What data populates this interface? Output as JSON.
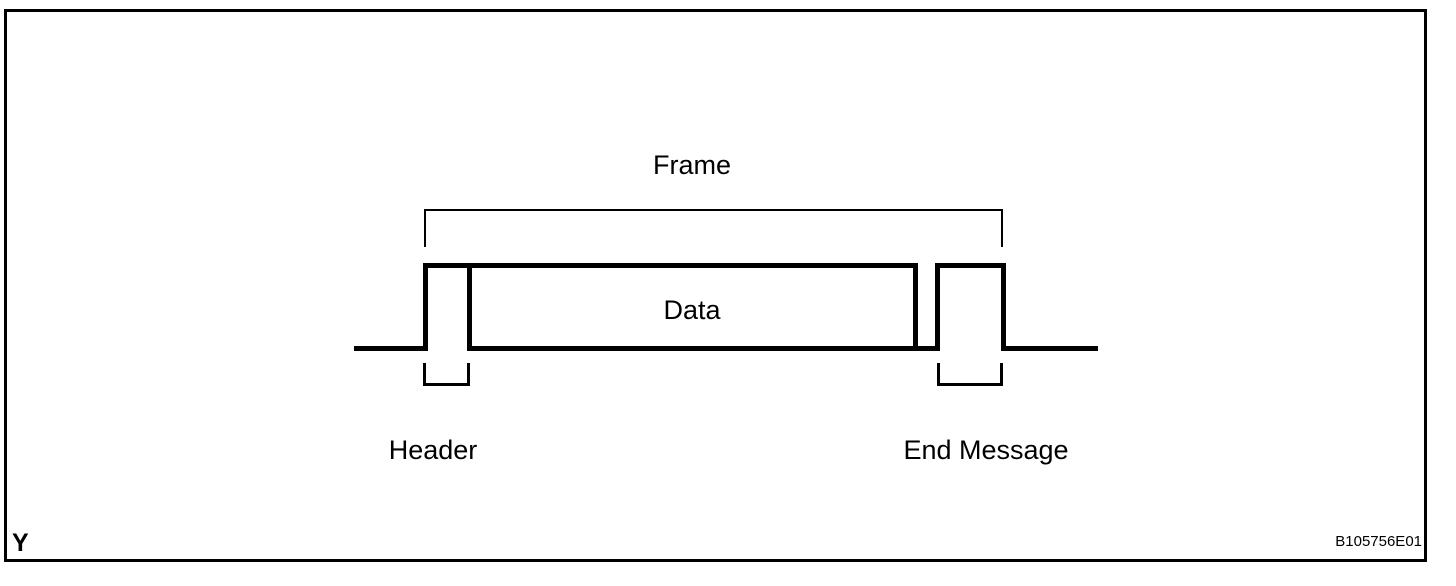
{
  "figure": {
    "frame_label": "Frame",
    "data_label": "Data",
    "header_label": "Header",
    "end_message_label": "End Message",
    "corner_mark": "Y",
    "figure_code": "B105756E01"
  }
}
